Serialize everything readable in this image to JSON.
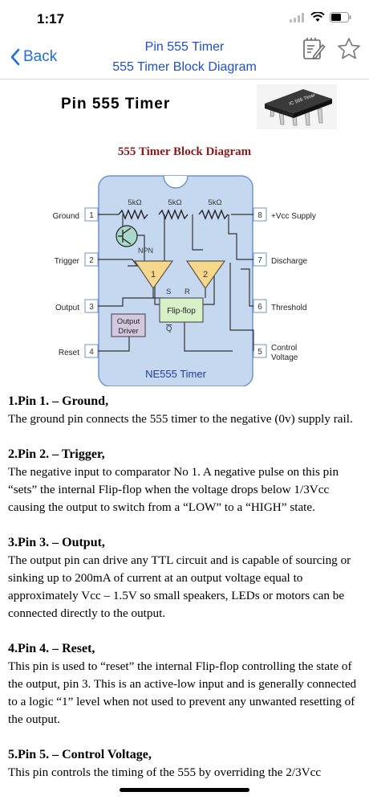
{
  "status": {
    "time": "1:17"
  },
  "nav": {
    "back_label": "Back",
    "title_line1": "Pin 555 Timer",
    "title_line2": "555 Timer Block Diagram"
  },
  "header": {
    "title": "Pin 555 Timer",
    "chip_label": "IC 555 Timer"
  },
  "diagram": {
    "title": "555 Timer Block Diagram",
    "chip_name": "NE555 Timer",
    "resistor_label": "5kΩ",
    "transistor_label": "NPN",
    "flipflop_label": "Flip-flop",
    "output_driver_line1": "Output",
    "output_driver_line2": "Driver",
    "comp1_label": "1",
    "comp2_label": "2",
    "s_label": "S",
    "r_label": "R",
    "q_label": "Q",
    "left_pins": [
      {
        "num": "1",
        "label": "Ground"
      },
      {
        "num": "2",
        "label": "Trigger"
      },
      {
        "num": "3",
        "label": "Output"
      },
      {
        "num": "4",
        "label": "Reset"
      }
    ],
    "right_pins": [
      {
        "num": "8",
        "label": "+Vcc Supply"
      },
      {
        "num": "7",
        "label": "Discharge"
      },
      {
        "num": "6",
        "label": "Threshold"
      },
      {
        "num": "5",
        "label": "Control",
        "label2": "Voltage"
      }
    ]
  },
  "pins": [
    {
      "heading": "1.Pin 1. – Ground,",
      "text": "The ground pin connects the 555 timer to the negative (0v) supply rail."
    },
    {
      "heading": "2.Pin 2. – Trigger,",
      "text": "The negative input to comparator No 1. A negative pulse on this pin “sets” the internal Flip-flop when the voltage drops below 1/3Vcc causing the output to switch from a “LOW” to a “HIGH” state."
    },
    {
      "heading": "3.Pin 3. – Output,",
      "text": "The output pin can drive any TTL circuit and is capable of sourcing or sinking up to 200mA of current at an output voltage equal to approximately Vcc – 1.5V so small speakers, LEDs or motors can be connected directly to the output."
    },
    {
      "heading": "4.Pin 4. – Reset,",
      "text": "This pin is used to “reset” the internal Flip-flop controlling the state of the output, pin 3. This is an active-low input and is generally connected to a logic “1” level when not used to prevent any unwanted resetting of the output."
    },
    {
      "heading": "5.Pin 5. – Control Voltage,",
      "text": "This pin controls the timing of the 555 by overriding the 2/3Vcc"
    }
  ],
  "colors": {
    "accent": "#1f6fd6",
    "diagram_title": "#8b1a1a",
    "chip_body": "#c5d8f0",
    "chip_border": "#6f94c8",
    "comparator": "#f7d88a",
    "flipflop": "#d8f0c8",
    "output_driver": "#d4c8e0"
  }
}
